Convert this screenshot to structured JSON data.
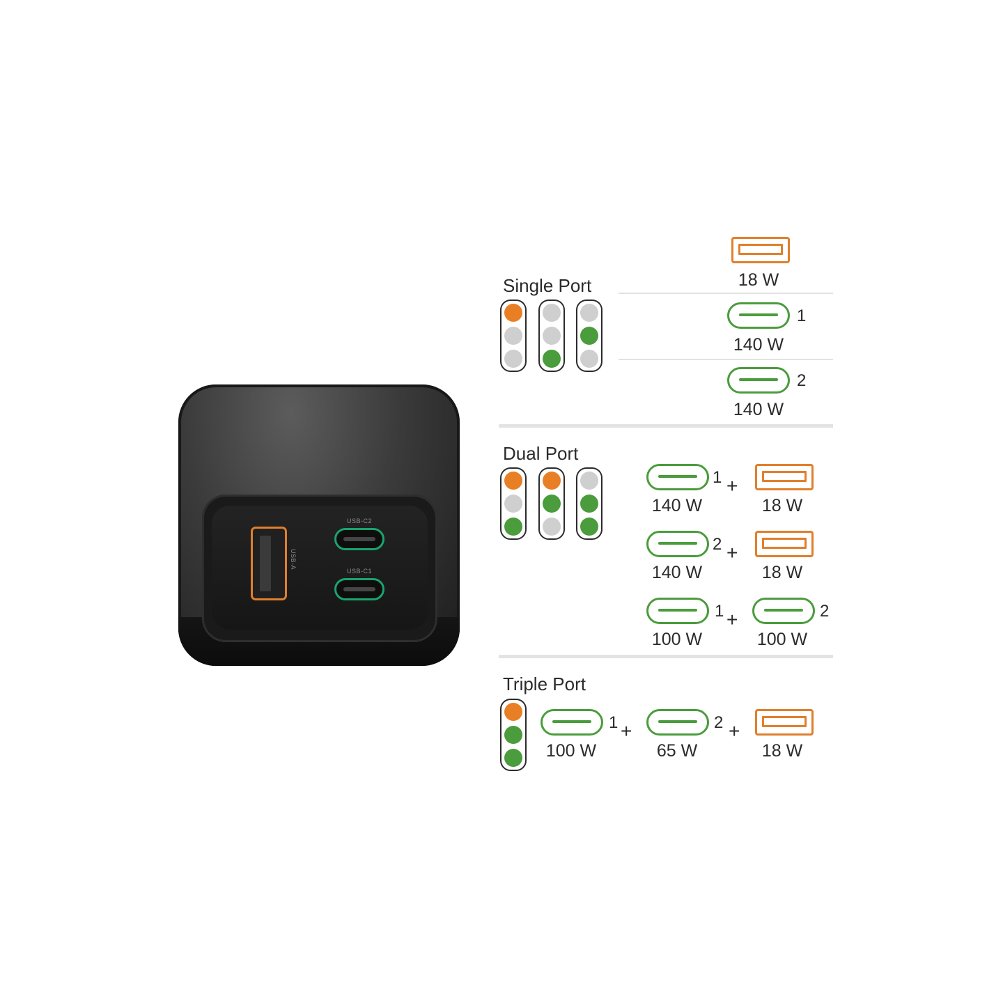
{
  "colors": {
    "usb_a": "#e07f2c",
    "usb_c": "#4a9c3c",
    "led_orange": "#e97f24",
    "led_green": "#4a9c3c",
    "led_off": "#cfcfcf",
    "charger_body": "#2e2e2e"
  },
  "charger": {
    "usb_a_label": "USB-A",
    "usb_c2_label": "USB-C2",
    "usb_c1_label": "USB-C1"
  },
  "single_port": {
    "title": "Single Port",
    "indicators": [
      [
        "orange",
        "off",
        "off"
      ],
      [
        "off",
        "off",
        "green"
      ],
      [
        "off",
        "green",
        "off"
      ]
    ],
    "rows": [
      {
        "port": "usb-a",
        "number": "",
        "watt": "18 W"
      },
      {
        "port": "usb-c",
        "number": "1",
        "watt": "140 W"
      },
      {
        "port": "usb-c",
        "number": "2",
        "watt": "140 W"
      }
    ]
  },
  "dual_port": {
    "title": "Dual Port",
    "indicators": [
      [
        "orange",
        "off",
        "green"
      ],
      [
        "orange",
        "green",
        "off"
      ],
      [
        "off",
        "green",
        "green"
      ]
    ],
    "plus": "+",
    "rows": [
      {
        "left_port": "usb-c",
        "left_number": "1",
        "left_watt": "140 W",
        "right_port": "usb-a",
        "right_number": "",
        "right_watt": "18 W"
      },
      {
        "left_port": "usb-c",
        "left_number": "2",
        "left_watt": "140 W",
        "right_port": "usb-a",
        "right_number": "",
        "right_watt": "18 W"
      },
      {
        "left_port": "usb-c",
        "left_number": "1",
        "left_watt": "100 W",
        "right_port": "usb-c",
        "right_number": "2",
        "right_watt": "100 W"
      }
    ]
  },
  "triple_port": {
    "title": "Triple Port",
    "indicators": [
      [
        "orange",
        "green",
        "green"
      ]
    ],
    "plus": "+",
    "items": [
      {
        "port": "usb-c",
        "number": "1",
        "watt": "100 W"
      },
      {
        "port": "usb-c",
        "number": "2",
        "watt": "65 W"
      },
      {
        "port": "usb-a",
        "number": "",
        "watt": "18 W"
      }
    ]
  }
}
